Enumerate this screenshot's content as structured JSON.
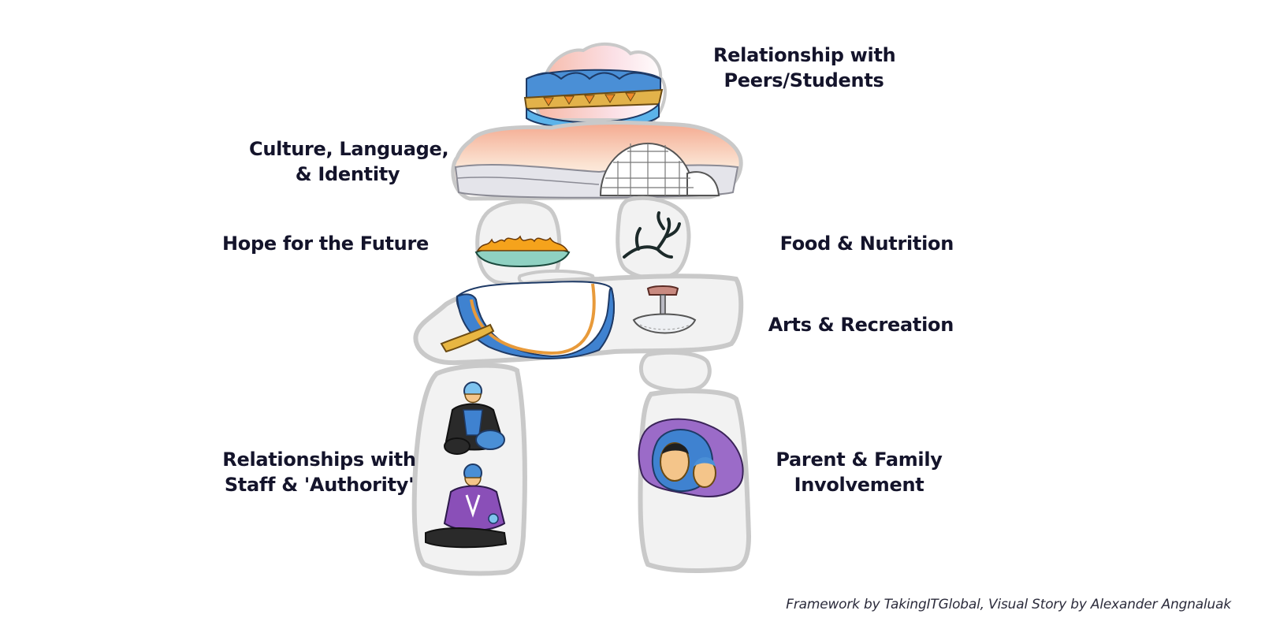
{
  "labels": {
    "peers": [
      "Relationship with",
      "Peers/Students"
    ],
    "culture": [
      "Culture, Language,",
      "& Identity"
    ],
    "hope": "Hope for the Future",
    "food": "Food & Nutrition",
    "arts": "Arts & Recreation",
    "staff": [
      "Relationships with",
      "Staff & 'Authority'"
    ],
    "family": [
      "Parent & Family",
      "Involvement"
    ]
  },
  "credit": "Framework by TakingITGlobal, Visual Story by Alexander Angnaluak",
  "colors": {
    "stone_fill": "#f2f2f2",
    "stone_border": "#c9c9c9",
    "outline": "#2a2a2a",
    "blue": "#3f8ed8",
    "light_blue": "#7ec3ee",
    "gold": "#e2b24a",
    "purple": "#9b5bbf",
    "navy": "#1d2a5c",
    "sky_pink": "#f6c6b4",
    "text": "#14142b"
  }
}
